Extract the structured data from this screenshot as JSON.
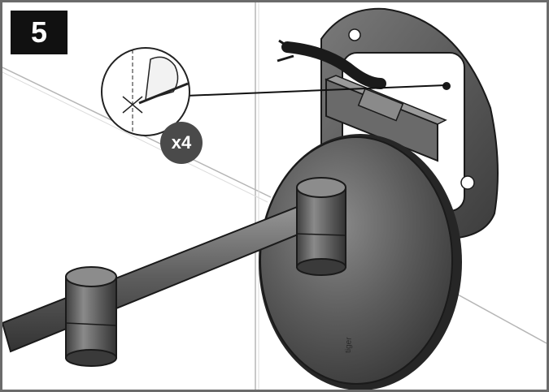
{
  "step": {
    "number": "5"
  },
  "detail": {
    "repeat_label": "x4"
  },
  "product": {
    "brand_mark": "tiger"
  },
  "colors": {
    "metal": "#5a5a5a",
    "metal_dark": "#2f2f2f",
    "outline": "#1a1a1a",
    "badge": "#111111",
    "count_badge": "#4a4a4a",
    "frame": "#6b6b6b"
  }
}
